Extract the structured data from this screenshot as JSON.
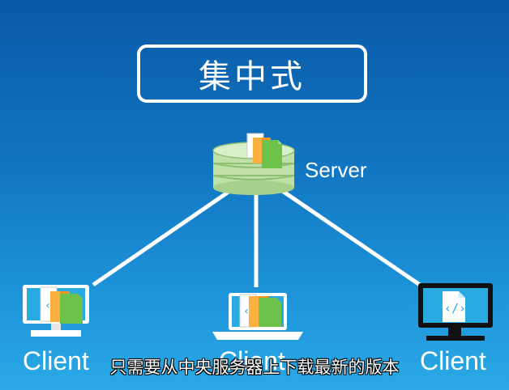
{
  "title": "集中式",
  "server": {
    "label": "Server"
  },
  "clients": [
    {
      "label": "Client"
    },
    {
      "label": "Client"
    },
    {
      "label": "Client"
    }
  ],
  "subtitle": "只需要从中央服务器上下载最新的版本",
  "colors": {
    "background_top": "#0a5aa6",
    "background_bottom": "#2aa9e6",
    "db_disk": "#bfe0a8",
    "file_orange": "#f7941d",
    "file_green": "#6cc24a",
    "screen_blue": "#29abe2"
  }
}
